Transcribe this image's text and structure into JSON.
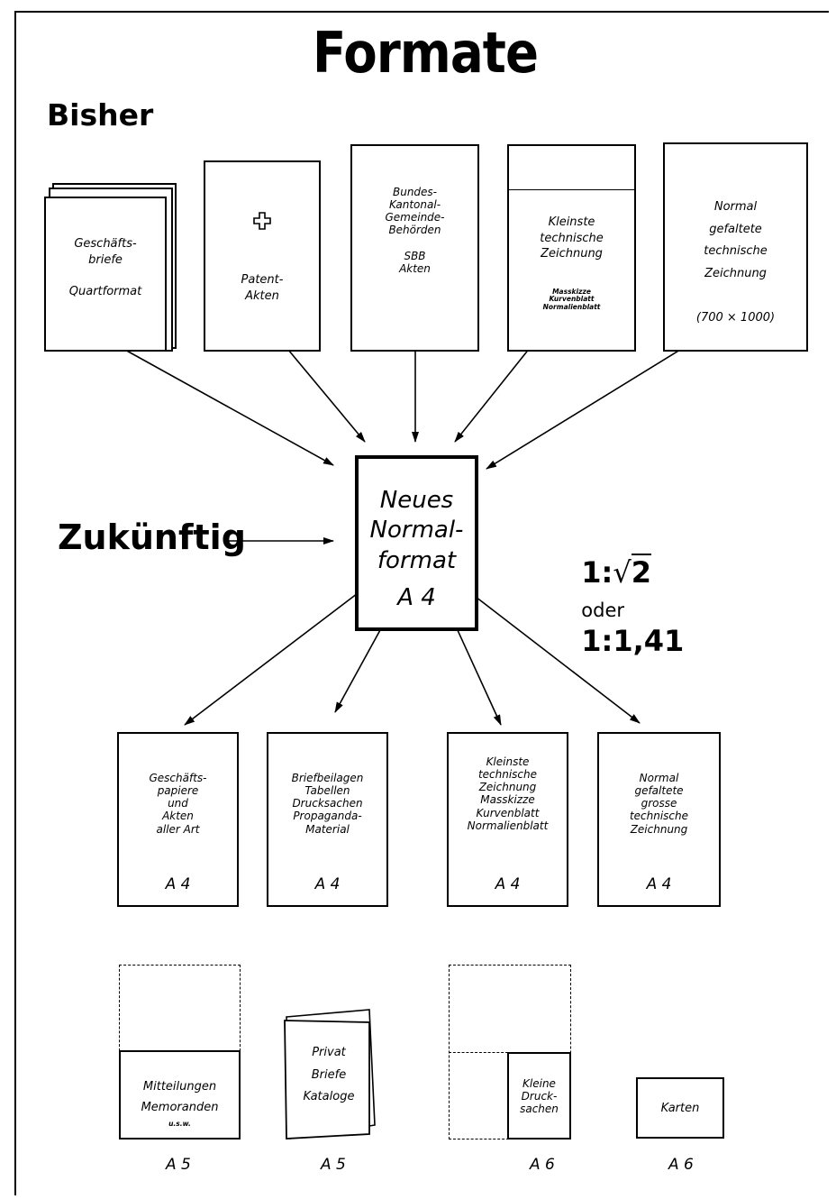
{
  "title": "Formate",
  "sections": {
    "past": "Bisher",
    "future": "Zukünftig"
  },
  "ratio": {
    "prefix": "1:",
    "sqrt_value": "2",
    "connector": "oder",
    "decimal": "1:1,41"
  },
  "old_formats": [
    {
      "text": "Geschäfts-\nbriefe\n\nQuartformat"
    },
    {
      "icon": "swiss-cross-icon",
      "text": "Patent-\nAkten"
    },
    {
      "text": "Bundes-\nKantonal-\nGemeinde-\nBehörden\n\nSBB\nAkten"
    },
    {
      "text": "Kleinste\ntechnische\nZeichnung",
      "subtext": "Masskizze\nKurvenblatt\nNormalienblatt"
    },
    {
      "text": "Normal\ngefaltete\ntechnische\nZeichnung\n\n(700 × 1000)"
    }
  ],
  "central": {
    "text": "Neues\nNormal-\nformat",
    "format": "A 4"
  },
  "a4_uses": [
    {
      "text": "Geschäfts-\npapiere\nund\nAkten\naller Art",
      "format": "A 4"
    },
    {
      "text": "Briefbeilagen\nTabellen\nDrucksachen\nPropaganda-\nMaterial",
      "format": "A 4"
    },
    {
      "text": "Kleinste\ntechnische\nZeichnung\nMasskizze\nKurvenblatt\nNormalienblatt",
      "format": "A 4"
    },
    {
      "text": "Normal\ngefaltete\ngrosse\ntechnische\nZeichnung",
      "format": "A 4"
    }
  ],
  "small_formats": [
    {
      "text": "Mitteilungen\nMemoranden",
      "subtext": "u.s.w.",
      "format": "A 5"
    },
    {
      "text": "Privat\nBriefe\nKataloge",
      "format": "A 5"
    },
    {
      "text": "Kleine\nDruck-\nsachen",
      "format": "A 6"
    },
    {
      "text": "Karten",
      "format": "A 6"
    }
  ]
}
